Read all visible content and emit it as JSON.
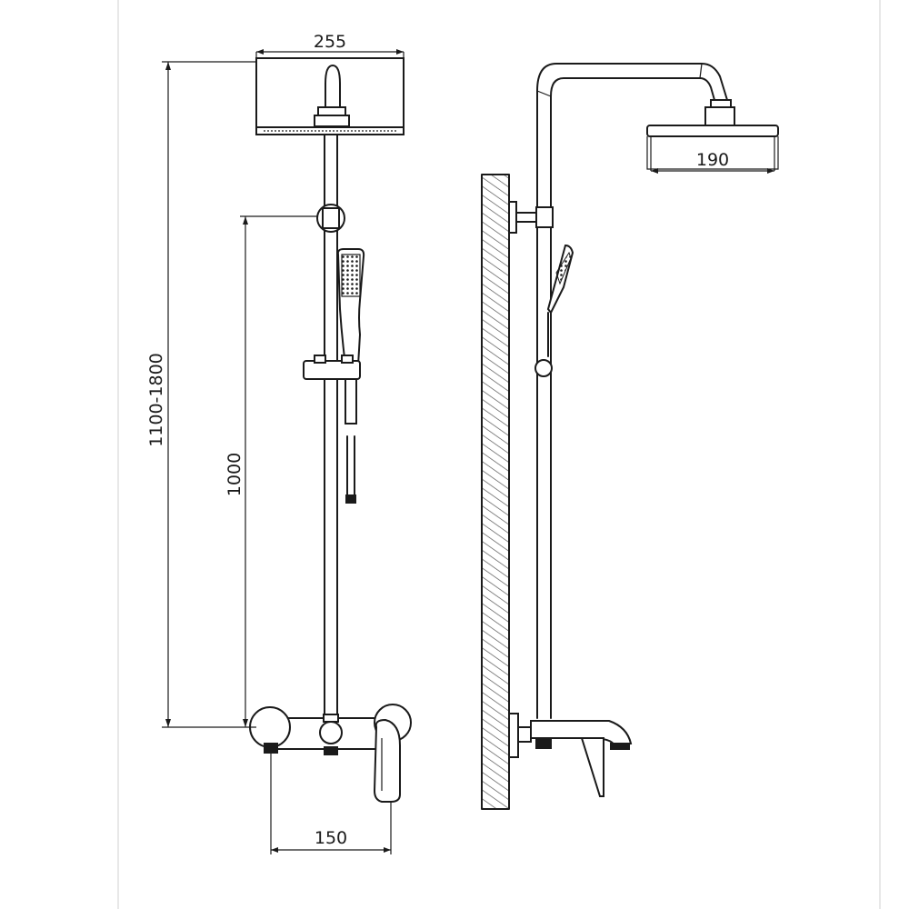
{
  "dimensions": {
    "head_width": "255",
    "total_height": "1100-1800",
    "rail_height": "1000",
    "mixer_spacing": "150",
    "arm_projection": "190"
  },
  "colors": {
    "line": "#1a1a1a",
    "background": "#ffffff",
    "wall_hatch": "#555555"
  }
}
